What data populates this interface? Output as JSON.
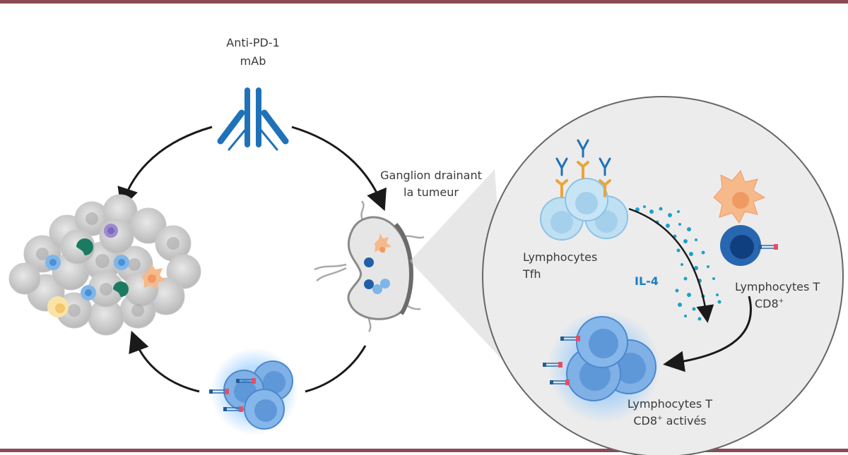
{
  "labels": {
    "antibody_line1": "Anti-PD-1",
    "antibody_line2": "mAb",
    "ganglion_line1": "Ganglion drainant",
    "ganglion_line2": "la tumeur",
    "tfh_line1": "Lymphocytes",
    "tfh_line2": "Tfh",
    "il4": "IL-4",
    "cd8_line1": "Lymphocytes T",
    "cd8_line2": "CD8",
    "cd8_sup": "+",
    "activated_line1": "Lymphocytes T",
    "activated_line2a": "CD8",
    "activated_sup": "+",
    "activated_line2b": " activés"
  },
  "colors": {
    "frame_bar": "#8b4a55",
    "antibody": "#1f72b8",
    "receptor": "#e8a53a",
    "tfh_cell": "#bfe0f2",
    "cd8_cell": "#2866b0",
    "dendritic": "#f6b98a",
    "activated_cell": "#6fa8de",
    "tumor": "#cfcfcf",
    "arrow": "#1a1a1a",
    "il4_dots": "#1ea0c9"
  }
}
